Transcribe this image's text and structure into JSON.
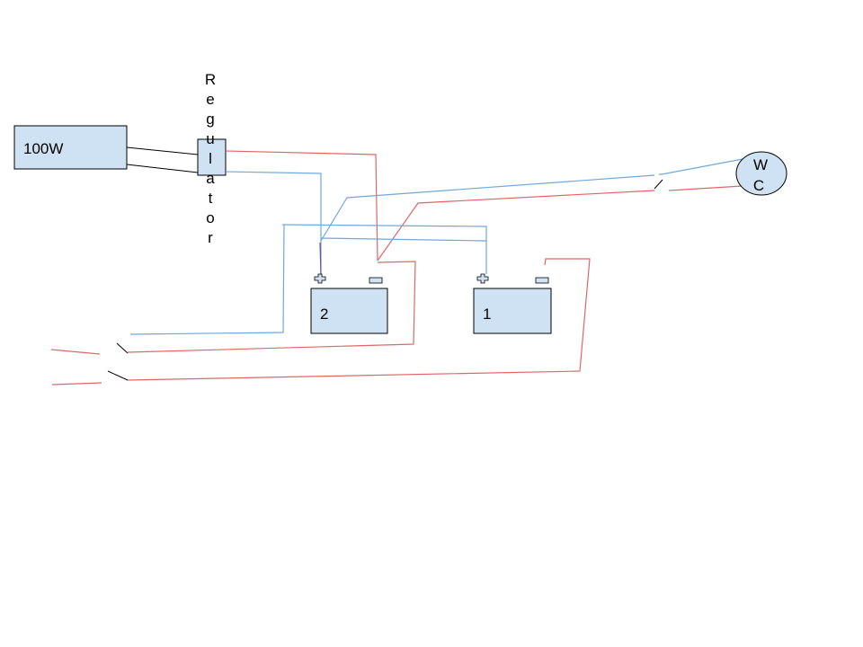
{
  "diagram": {
    "panel": {
      "label": "100W"
    },
    "regulator": {
      "label": "Regulator"
    },
    "battery_2": {
      "label": "2"
    },
    "battery_1": {
      "label": "1"
    },
    "wind_controller": {
      "label_line1": "W",
      "label_line2": "C"
    }
  },
  "colors": {
    "box_fill": "#cfe2f3",
    "box_stroke": "#000000",
    "positive_wire": "#e06666",
    "negative_wire": "#6fa8dc",
    "panel_wire": "#000000"
  }
}
